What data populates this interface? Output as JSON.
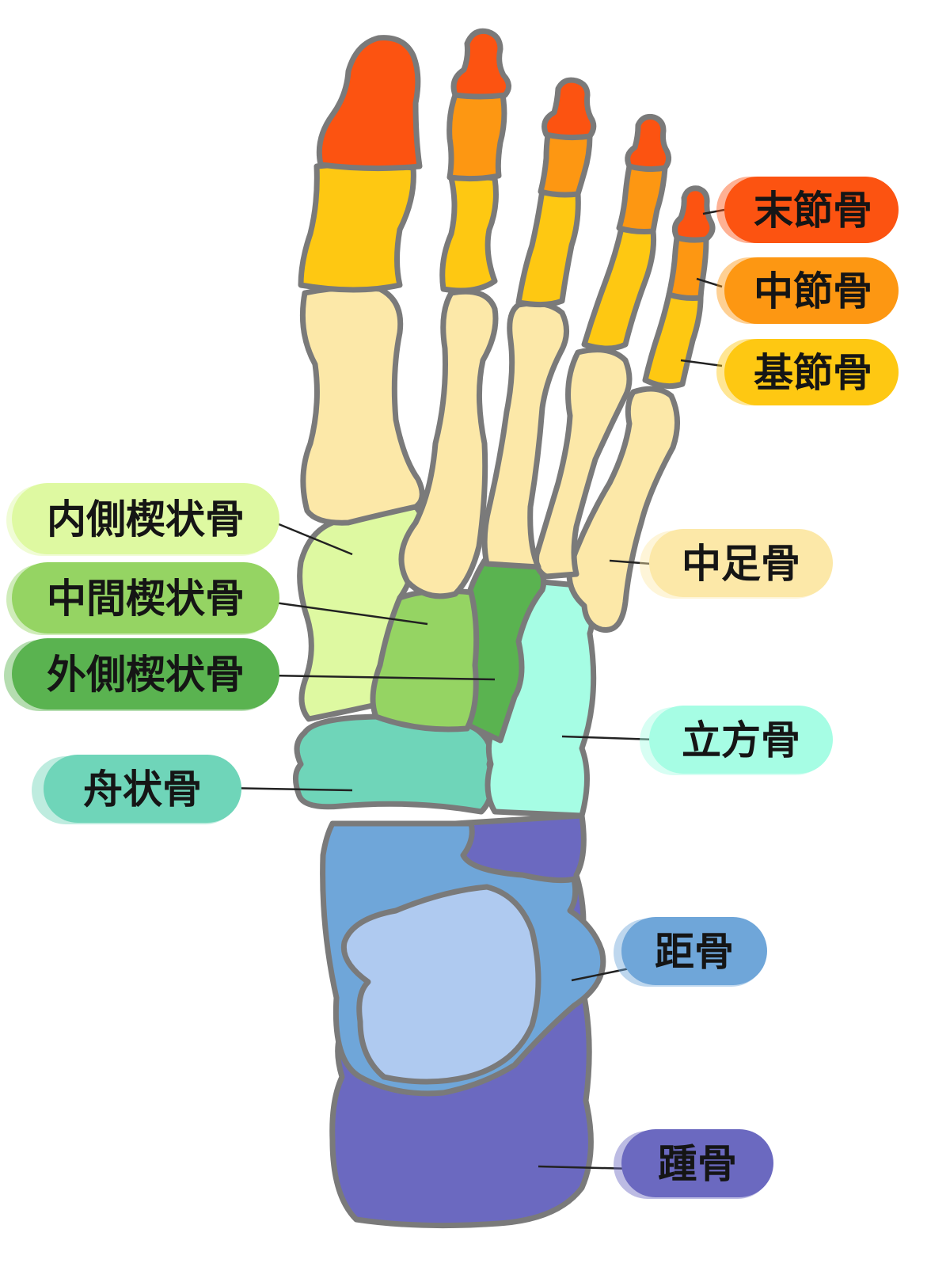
{
  "labels": {
    "distal_phalanx": "末節骨",
    "middle_phalanx": "中節骨",
    "proximal_phalanx": "基節骨",
    "metatarsal": "中足骨",
    "medial_cuneiform": "内側楔状骨",
    "intermediate_cuneiform": "中間楔状骨",
    "lateral_cuneiform": "外側楔状骨",
    "cuboid": "立方骨",
    "navicular": "舟状骨",
    "talus": "距骨",
    "calcaneus": "踵骨"
  },
  "colors": {
    "distal_phalanx": "#fc5311",
    "middle_phalanx": "#fd9712",
    "proximal_phalanx": "#fec812",
    "metatarsal": "#fce8a8",
    "medial_cuneiform": "#def9a1",
    "intermediate_cuneiform": "#95d463",
    "lateral_cuneiform": "#5ab350",
    "cuboid": "#a6fde4",
    "navicular": "#6fd5b9",
    "talus": "#6fa6d9",
    "talus_head": "#afcaf0",
    "calcaneus": "#6b69c0",
    "outline": "#7a7a7a"
  }
}
